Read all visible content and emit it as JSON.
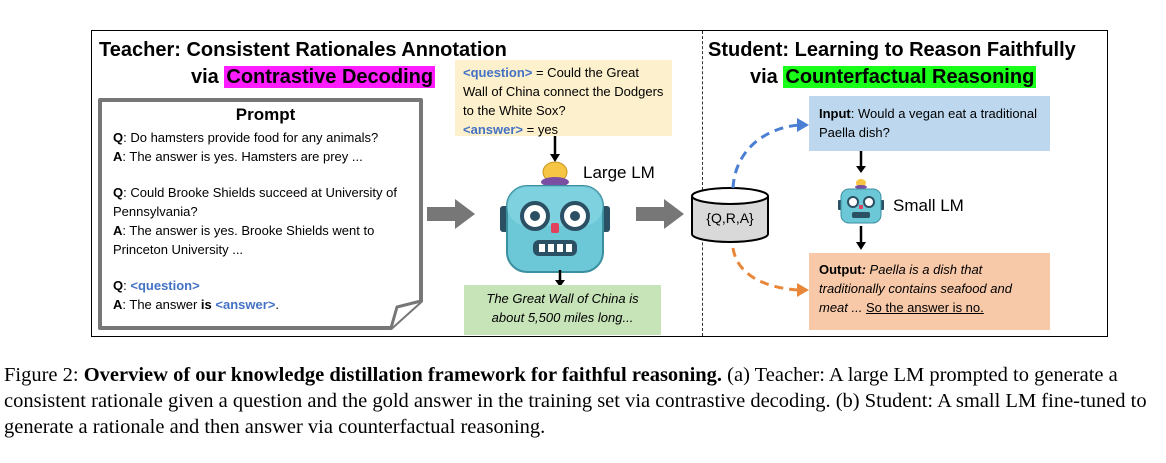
{
  "teacher": {
    "title_line1": "Teacher: Consistent Rationales Annotation",
    "title_via": "via",
    "title_highlight": "Contrastive Decoding",
    "highlight_color": "#ff1dff"
  },
  "student": {
    "title_line1": "Student: Learning to Reason Faithfully",
    "title_via": "via",
    "title_highlight": "Counterfactual Reasoning",
    "highlight_color": "#19ff19"
  },
  "prompt": {
    "heading": "Prompt",
    "ex1_q_label": "Q",
    "ex1_q_text": ": Do hamsters provide food for any animals?",
    "ex1_a_label": "A",
    "ex1_a_text": ": The answer is yes. Hamsters are prey ...",
    "ex2_q_label": "Q",
    "ex2_q_text": ": Could Brooke Shields succeed at University of Pennsylvania?",
    "ex2_a_label": "A",
    "ex2_a_text": ": The answer is yes. Brooke Shields went to Princeton University ...",
    "ex3_q_label": "Q",
    "ex3_q_sep": ": ",
    "ex3_q_placeholder": "<question>",
    "ex3_a_label": "A",
    "ex3_a_text": ": The answer ",
    "ex3_a_is": "is",
    "ex3_a_placeholder": "<answer>",
    "ex3_a_end": "."
  },
  "question_box": {
    "question_tag": "<question>",
    "question_text": " = Could the Great Wall of China connect the Dodgers to the White Sox?",
    "answer_tag": "<answer>",
    "answer_text": " = yes"
  },
  "large_lm": {
    "label": "Large LM",
    "icon": "robot-icon"
  },
  "teacher_output": "The Great Wall of China is about 5,500 miles long...",
  "dataset": {
    "label": "{Q,R,A}"
  },
  "student_input": {
    "label": "Input",
    "text": ": Would a vegan eat a traditional Paella dish?"
  },
  "small_lm": {
    "label": "Small LM",
    "icon": "robot-icon"
  },
  "student_output": {
    "label": "Output",
    "colon": ":",
    "text": " Paella is a dish that traditionally contains seafood and meat ... ",
    "conclusion": "So the answer is no."
  },
  "caption": {
    "prefix": "Figure 2: ",
    "bold": "Overview of our knowledge distillation framework for faithful reasoning.",
    "rest": " (a) Teacher: A large LM prompted to generate a consistent rationale given a question and the gold answer in the training set via contrastive decoding. (b) Student: A small LM fine-tuned to generate a rationale and then answer via counterfactual reasoning."
  },
  "colors": {
    "placeholder_blue": "#4472c4",
    "question_box": "#fdf0cc",
    "teacher_output_box": "#c7e4b8",
    "input_box": "#bcd7ee",
    "output_box": "#f8c9a8",
    "arrow_gray": "#777777",
    "blue_dashed": "#4a7fd4",
    "orange_dashed": "#e8873a"
  }
}
